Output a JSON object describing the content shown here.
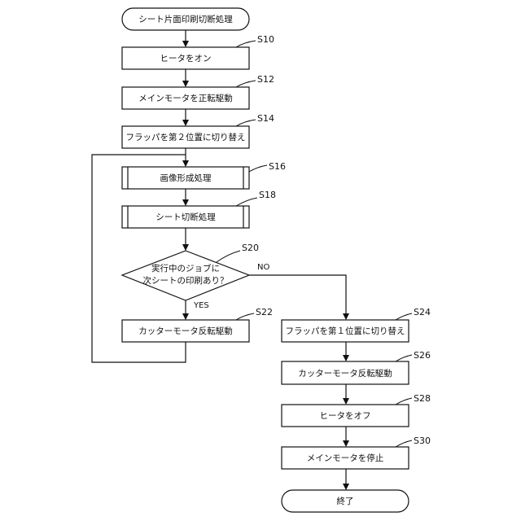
{
  "nodes": {
    "start": "シート片面印刷切断処理",
    "s10": "ヒータをオン",
    "s12": "メインモータを正転駆動",
    "s14": "フラッパを第２位置に切り替え",
    "s16": "画像形成処理",
    "s18": "シート切断処理",
    "s20_line1": "実行中のジョブに",
    "s20_line2": "次シートの印刷あり？",
    "s22": "カッターモータ反転駆動",
    "s24": "フラッパを第１位置に切り替え",
    "s26": "カッターモータ反転駆動",
    "s28": "ヒータをオフ",
    "s30": "メインモータを停止",
    "end": "終了"
  },
  "steps": {
    "s10": "S10",
    "s12": "S12",
    "s14": "S14",
    "s16": "S16",
    "s18": "S18",
    "s20": "S20",
    "s22": "S22",
    "s24": "S24",
    "s26": "S26",
    "s28": "S28",
    "s30": "S30"
  },
  "branches": {
    "no": "NO",
    "yes": "YES"
  }
}
